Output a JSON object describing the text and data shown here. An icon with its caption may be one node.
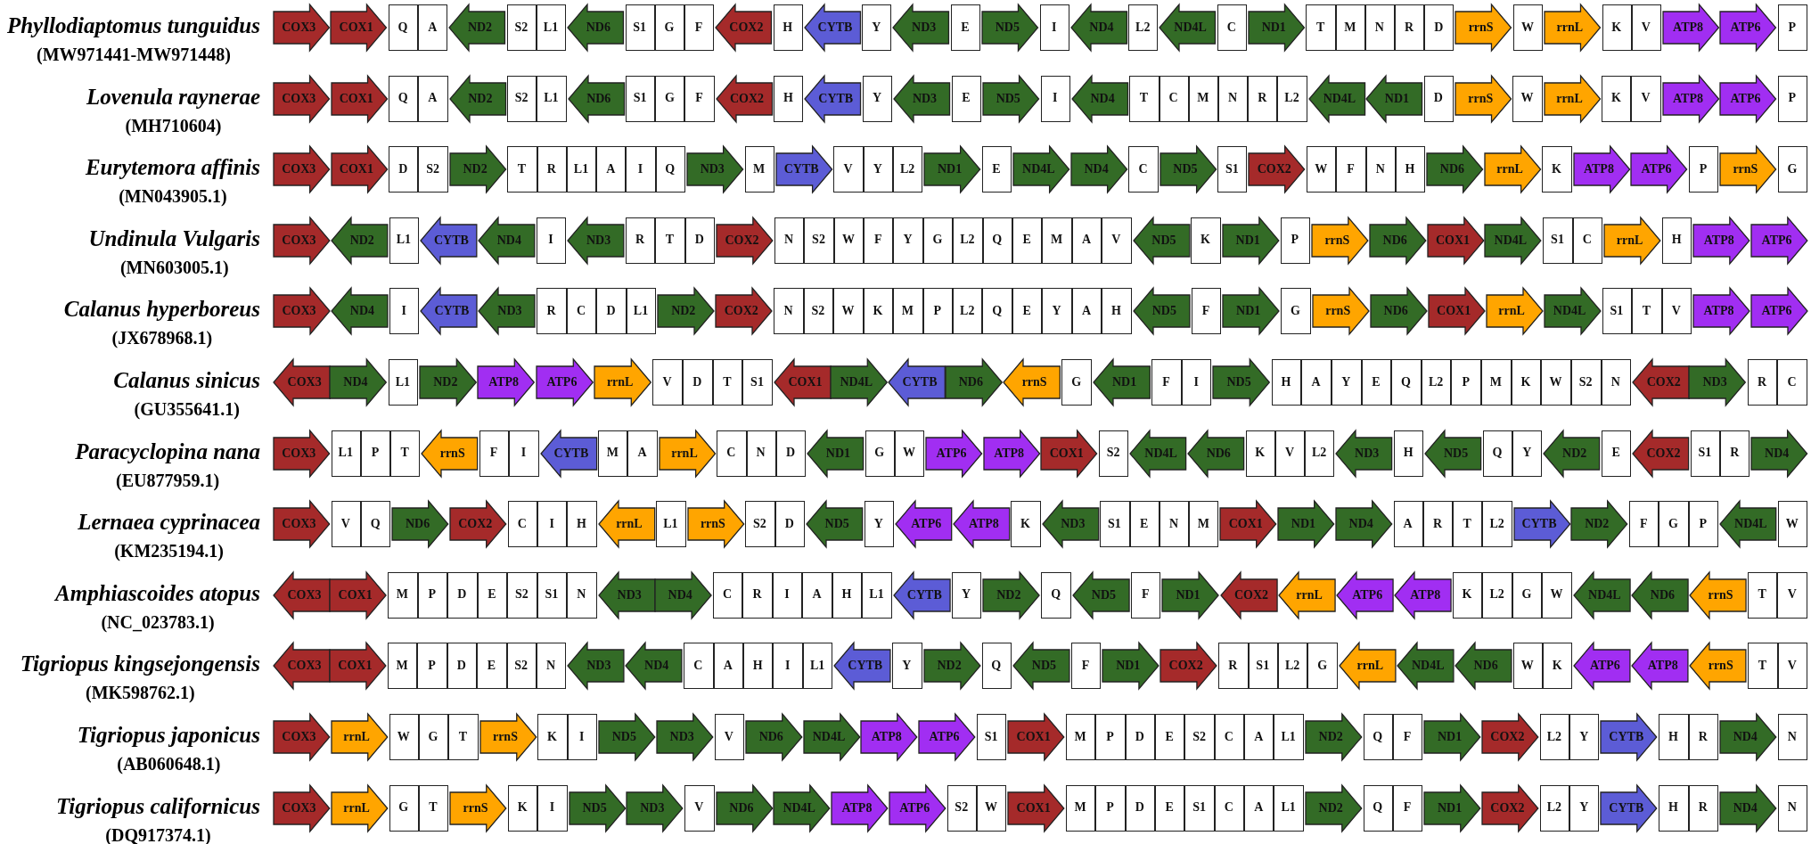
{
  "diagram": {
    "nodes": [
      {
        "text": [
          "COX3"
        ]
      },
      {
        "text": [
          "COX1"
        ]
      },
      {
        "text": [
          "Q"
        ]
      },
      {
        "text": [
          "A"
        ]
      },
      {
        "text": [
          "ND2"
        ]
      },
      {
        "text": [
          "S2"
        ]
      },
      {
        "text": [
          "L1"
        ]
      },
      {
        "text": [
          "ND6"
        ]
      },
      {
        "text": [
          "S1"
        ]
      },
      {
        "text": [
          "G"
        ]
      },
      {
        "text": [
          "F"
        ]
      },
      {
        "text": [
          "COX2"
        ]
      },
      {
        "text": [
          "H"
        ]
      },
      {
        "text": [
          "CYTB"
        ]
      },
      {
        "text": [
          "Y"
        ]
      },
      {
        "text": [
          "ND3"
        ]
      },
      {
        "text": [
          "E"
        ]
      },
      {
        "text": [
          "ND5"
        ]
      },
      {
        "text": [
          "I"
        ]
      },
      {
        "text": [
          "ND4"
        ]
      },
      {
        "text": [
          "L2"
        ]
      },
      {
        "text": [
          "ND4L"
        ]
      },
      {
        "text": [
          "C"
        ]
      },
      {
        "text": [
          "ND1"
        ]
      },
      {
        "text": [
          "T"
        ]
      },
      {
        "text": [
          "M"
        ]
      },
      {
        "text": [
          "N"
        ]
      },
      {
        "text": [
          "R"
        ]
      },
      {
        "text": [
          "D"
        ]
      },
      {
        "text": [
          "rrnS"
        ]
      },
      {
        "text": [
          "W"
        ]
      },
      {
        "text": [
          "rrnL"
        ]
      },
      {
        "text": [
          "K"
        ]
      },
      {
        "text": [
          "V"
        ]
      },
      {
        "text": [
          "ATP8"
        ]
      },
      {
        "text": [
          "ATP6"
        ]
      },
      {
        "text": [
          "P"
        ]
      },
      {
        "text": [
          "COX3"
        ]
      },
      {
        "text": [
          "COX1"
        ]
      },
      {
        "text": [
          "Q"
        ]
      },
      {
        "text": [
          "A"
        ]
      },
      {
        "text": [
          "ND2"
        ]
      },
      {
        "text": [
          "S2"
        ]
      },
      {
        "text": [
          "L1"
        ]
      },
      {
        "text": [
          "ND6"
        ]
      },
      {
        "text": [
          "S1"
        ]
      },
      {
        "text": [
          "G"
        ]
      },
      {
        "text": [
          "F"
        ]
      },
      {
        "text": [
          "COX2"
        ]
      },
      {
        "text": [
          "H"
        ]
      },
      {
        "text": [
          "CYTB"
        ]
      },
      {
        "text": [
          "Y"
        ]
      },
      {
        "text": [
          "ND3"
        ]
      },
      {
        "text": [
          "E"
        ]
      },
      {
        "text": [
          "ND5"
        ]
      },
      {
        "text": [
          "I"
        ]
      },
      {
        "text": [
          "ND4"
        ]
      },
      {
        "text": [
          "T"
        ]
      },
      {
        "text": [
          "C"
        ]
      },
      {
        "text": [
          "M"
        ]
      },
      {
        "text": [
          "N"
        ]
      },
      {
        "text": [
          "R"
        ]
      },
      {
        "text": [
          "L2"
        ]
      },
      {
        "text": [
          "ND4L"
        ]
      },
      {
        "text": [
          "ND1"
        ]
      },
      {
        "text": [
          "D"
        ]
      },
      {
        "text": [
          "rrnS"
        ]
      },
      {
        "text": [
          "W"
        ]
      },
      {
        "text": [
          "rrnL"
        ]
      },
      {
        "text": [
          "K"
        ]
      },
      {
        "text": [
          "V"
        ]
      },
      {
        "text": [
          "ATP8"
        ]
      },
      {
        "text": [
          "ATP6"
        ]
      },
      {
        "text": [
          "P"
        ]
      },
      {
        "text": [
          "COX3"
        ]
      },
      {
        "text": [
          "COX1"
        ]
      },
      {
        "text": [
          "D"
        ]
      },
      {
        "text": [
          "S2"
        ]
      },
      {
        "text": [
          "ND2"
        ]
      },
      {
        "text": [
          "T"
        ]
      },
      {
        "text": [
          "R"
        ]
      },
      {
        "text": [
          "L1"
        ]
      },
      {
        "text": [
          "A"
        ]
      },
      {
        "text": [
          "I"
        ]
      },
      {
        "text": [
          "Q"
        ]
      },
      {
        "text": [
          "ND3"
        ]
      },
      {
        "text": [
          "M"
        ]
      },
      {
        "text": [
          "CYTB"
        ]
      },
      {
        "text": [
          "V"
        ]
      },
      {
        "text": [
          "Y"
        ]
      },
      {
        "text": [
          "L2"
        ]
      },
      {
        "text": [
          "ND1"
        ]
      },
      {
        "text": [
          "E"
        ]
      },
      {
        "text": [
          "ND4L"
        ]
      },
      {
        "text": [
          "ND4"
        ]
      },
      {
        "text": [
          "C"
        ]
      },
      {
        "text": [
          "ND5"
        ]
      },
      {
        "text": [
          "S1"
        ]
      },
      {
        "text": [
          "COX2"
        ]
      },
      {
        "text": [
          "W"
        ]
      },
      {
        "text": [
          "F"
        ]
      },
      {
        "text": [
          "N"
        ]
      },
      {
        "text": [
          "H"
        ]
      },
      {
        "text": [
          "ND6"
        ]
      },
      {
        "text": [
          "rrnL"
        ]
      },
      {
        "text": [
          "K"
        ]
      },
      {
        "text": [
          "ATP8"
        ]
      },
      {
        "text": [
          "ATP6"
        ]
      },
      {
        "text": [
          "P"
        ]
      },
      {
        "text": [
          "rrnS"
        ]
      },
      {
        "text": [
          "G"
        ]
      },
      {
        "text": [
          "COX3"
        ]
      },
      {
        "text": [
          "ND2"
        ]
      },
      {
        "text": [
          "L1"
        ]
      },
      {
        "text": [
          "CYTB"
        ]
      },
      {
        "text": [
          "ND4"
        ]
      },
      {
        "text": [
          "I"
        ]
      },
      {
        "text": [
          "ND3"
        ]
      },
      {
        "text": [
          "R"
        ]
      },
      {
        "text": [
          "T"
        ]
      },
      {
        "text": [
          "D"
        ]
      },
      {
        "text": [
          "COX2"
        ]
      },
      {
        "text": [
          "N"
        ]
      },
      {
        "text": [
          "S2"
        ]
      },
      {
        "text": [
          "W"
        ]
      },
      {
        "text": [
          "F"
        ]
      },
      {
        "text": [
          "Y"
        ]
      },
      {
        "text": [
          "G"
        ]
      },
      {
        "text": [
          "L2"
        ]
      },
      {
        "text": [
          "Q"
        ]
      },
      {
        "text": [
          "E"
        ]
      },
      {
        "text": [
          "M"
        ]
      },
      {
        "text": [
          "A"
        ]
      },
      {
        "text": [
          "V"
        ]
      },
      {
        "text": [
          "ND5"
        ]
      },
      {
        "text": [
          "K"
        ]
      },
      {
        "text": [
          "ND1"
        ]
      },
      {
        "text": [
          "P"
        ]
      },
      {
        "text": [
          "rrnS"
        ]
      },
      {
        "text": [
          "ND6"
        ]
      },
      {
        "text": [
          "COX1"
        ]
      },
      {
        "text": [
          "ND4L"
        ]
      },
      {
        "text": [
          "S1"
        ]
      },
      {
        "text": [
          "C"
        ]
      },
      {
        "text": [
          "rrnL"
        ]
      },
      {
        "text": [
          "H"
        ]
      },
      {
        "text": [
          "ATP8"
        ]
      },
      {
        "text": [
          "ATP6"
        ]
      },
      {
        "text": [
          "COX3"
        ]
      },
      {
        "text": [
          "ND4"
        ]
      },
      {
        "text": [
          "I"
        ]
      },
      {
        "text": [
          "CYTB"
        ]
      },
      {
        "text": [
          "ND3"
        ]
      },
      {
        "text": [
          "R"
        ]
      },
      {
        "text": [
          "C"
        ]
      },
      {
        "text": [
          "D"
        ]
      },
      {
        "text": [
          "L1"
        ]
      },
      {
        "text": [
          "ND2"
        ]
      },
      {
        "text": [
          "COX2"
        ]
      },
      {
        "text": [
          "N"
        ]
      },
      {
        "text": [
          "S2"
        ]
      },
      {
        "text": [
          "W"
        ]
      },
      {
        "text": [
          "K"
        ]
      },
      {
        "text": [
          "M"
        ]
      },
      {
        "text": [
          "P"
        ]
      },
      {
        "text": [
          "L2"
        ]
      },
      {
        "text": [
          "Q"
        ]
      },
      {
        "text": [
          "E"
        ]
      },
      {
        "text": [
          "Y"
        ]
      },
      {
        "text": [
          "A"
        ]
      },
      {
        "text": [
          "H"
        ]
      },
      {
        "text": [
          "ND5"
        ]
      },
      {
        "text": [
          "F"
        ]
      },
      {
        "text": [
          "ND1"
        ]
      },
      {
        "text": [
          "G"
        ]
      },
      {
        "text": [
          "rrnS"
        ]
      },
      {
        "text": [
          "ND6"
        ]
      },
      {
        "text": [
          "COX1"
        ]
      },
      {
        "text": [
          "rrnL"
        ]
      },
      {
        "text": [
          "ND4L"
        ]
      },
      {
        "text": [
          "S1"
        ]
      },
      {
        "text": [
          "T"
        ]
      },
      {
        "text": [
          "V"
        ]
      },
      {
        "text": [
          "ATP8"
        ]
      },
      {
        "text": [
          "ATP6"
        ]
      },
      {
        "text": [
          "COX3"
        ]
      },
      {
        "text": [
          "ND4"
        ]
      },
      {
        "text": [
          "L1"
        ]
      },
      {
        "text": [
          "ND2"
        ]
      },
      {
        "text": [
          "ATP8"
        ]
      },
      {
        "text": [
          "ATP6"
        ]
      },
      {
        "text": [
          "rrnL"
        ]
      },
      {
        "text": [
          "V"
        ]
      },
      {
        "text": [
          "D"
        ]
      },
      {
        "text": [
          "T"
        ]
      },
      {
        "text": [
          "S1"
        ]
      },
      {
        "text": [
          "COX1"
        ]
      },
      {
        "text": [
          "ND4L"
        ]
      },
      {
        "text": [
          "CYTB"
        ]
      },
      {
        "text": [
          "ND6"
        ]
      },
      {
        "text": [
          "rrnS"
        ]
      },
      {
        "text": [
          "G"
        ]
      },
      {
        "text": [
          "ND1"
        ]
      },
      {
        "text": [
          "F"
        ]
      },
      {
        "text": [
          "I"
        ]
      },
      {
        "text": [
          "ND5"
        ]
      },
      {
        "text": [
          "H"
        ]
      },
      {
        "text": [
          "A"
        ]
      },
      {
        "text": [
          "Y"
        ]
      },
      {
        "text": [
          "E"
        ]
      },
      {
        "text": [
          "Q"
        ]
      },
      {
        "text": [
          "L2"
        ]
      },
      {
        "text": [
          "P"
        ]
      },
      {
        "text": [
          "M"
        ]
      },
      {
        "text": [
          "K"
        ]
      },
      {
        "text": [
          "W"
        ]
      },
      {
        "text": [
          "S2"
        ]
      },
      {
        "text": [
          "N"
        ]
      },
      {
        "text": [
          "COX2"
        ]
      },
      {
        "text": [
          "ND3"
        ]
      },
      {
        "text": [
          "R"
        ]
      },
      {
        "text": [
          "C"
        ]
      },
      {
        "text": [
          "COX3"
        ]
      },
      {
        "text": [
          "L1"
        ]
      },
      {
        "text": [
          "P"
        ]
      },
      {
        "text": [
          "T"
        ]
      },
      {
        "text": [
          "rrnS"
        ]
      },
      {
        "text": [
          "F"
        ]
      },
      {
        "text": [
          "I"
        ]
      },
      {
        "text": [
          "CYTB"
        ]
      },
      {
        "text": [
          "M"
        ]
      },
      {
        "text": [
          "A"
        ]
      },
      {
        "text": [
          "rrnL"
        ]
      },
      {
        "text": [
          "C"
        ]
      },
      {
        "text": [
          "N"
        ]
      },
      {
        "text": [
          "D"
        ]
      },
      {
        "text": [
          "ND1"
        ]
      },
      {
        "text": [
          "G"
        ]
      },
      {
        "text": [
          "W"
        ]
      },
      {
        "text": [
          "ATP6"
        ]
      },
      {
        "text": [
          "ATP8"
        ]
      },
      {
        "text": [
          "COX1"
        ]
      },
      {
        "text": [
          "S2"
        ]
      },
      {
        "text": [
          "ND4L"
        ]
      },
      {
        "text": [
          "ND6"
        ]
      },
      {
        "text": [
          "K"
        ]
      },
      {
        "text": [
          "V"
        ]
      },
      {
        "text": [
          "L2"
        ]
      },
      {
        "text": [
          "ND3"
        ]
      },
      {
        "text": [
          "H"
        ]
      },
      {
        "text": [
          "ND5"
        ]
      },
      {
        "text": [
          "Q"
        ]
      },
      {
        "text": [
          "Y"
        ]
      },
      {
        "text": [
          "ND2"
        ]
      },
      {
        "text": [
          "E"
        ]
      },
      {
        "text": [
          "COX2"
        ]
      },
      {
        "text": [
          "S1"
        ]
      },
      {
        "text": [
          "R"
        ]
      },
      {
        "text": [
          "ND4"
        ]
      },
      {
        "text": [
          "COX3"
        ]
      },
      {
        "text": [
          "V"
        ]
      },
      {
        "text": [
          "Q"
        ]
      },
      {
        "text": [
          "ND6"
        ]
      },
      {
        "text": [
          "COX2"
        ]
      },
      {
        "text": [
          "C"
        ]
      },
      {
        "text": [
          "I"
        ]
      },
      {
        "text": [
          "H"
        ]
      },
      {
        "text": [
          "rrnL"
        ]
      },
      {
        "text": [
          "L1"
        ]
      },
      {
        "text": [
          "rrnS"
        ]
      },
      {
        "text": [
          "S2"
        ]
      },
      {
        "text": [
          "D"
        ]
      },
      {
        "text": [
          "ND5"
        ]
      },
      {
        "text": [
          "Y"
        ]
      },
      {
        "text": [
          "ATP6"
        ]
      },
      {
        "text": [
          "ATP8"
        ]
      },
      {
        "text": [
          "K"
        ]
      },
      {
        "text": [
          "ND3"
        ]
      },
      {
        "text": [
          "S1"
        ]
      },
      {
        "text": [
          "E"
        ]
      },
      {
        "text": [
          "N"
        ]
      },
      {
        "text": [
          "M"
        ]
      },
      {
        "text": [
          "COX1"
        ]
      },
      {
        "text": [
          "ND1"
        ]
      },
      {
        "text": [
          "ND4"
        ]
      },
      {
        "text": [
          "A"
        ]
      },
      {
        "text": [
          "R"
        ]
      },
      {
        "text": [
          "T"
        ]
      },
      {
        "text": [
          "L2"
        ]
      },
      {
        "text": [
          "CYTB"
        ]
      },
      {
        "text": [
          "ND2"
        ]
      },
      {
        "text": [
          "F"
        ]
      },
      {
        "text": [
          "G"
        ]
      },
      {
        "text": [
          "P"
        ]
      },
      {
        "text": [
          "ND4L"
        ]
      },
      {
        "text": [
          "W"
        ]
      },
      {
        "text": [
          "COX3"
        ]
      },
      {
        "text": [
          "COX1"
        ]
      },
      {
        "text": [
          "M"
        ]
      },
      {
        "text": [
          "P"
        ]
      },
      {
        "text": [
          "D"
        ]
      },
      {
        "text": [
          "E"
        ]
      },
      {
        "text": [
          "S2"
        ]
      },
      {
        "text": [
          "S1"
        ]
      },
      {
        "text": [
          "N"
        ]
      },
      {
        "text": [
          "ND3"
        ]
      },
      {
        "text": [
          "ND4"
        ]
      },
      {
        "text": [
          "C"
        ]
      },
      {
        "text": [
          "R"
        ]
      },
      {
        "text": [
          "I"
        ]
      },
      {
        "text": [
          "A"
        ]
      },
      {
        "text": [
          "H"
        ]
      },
      {
        "text": [
          "L1"
        ]
      },
      {
        "text": [
          "CYTB"
        ]
      },
      {
        "text": [
          "Y"
        ]
      },
      {
        "text": [
          "ND2"
        ]
      },
      {
        "text": [
          "Q"
        ]
      },
      {
        "text": [
          "ND5"
        ]
      },
      {
        "text": [
          "F"
        ]
      },
      {
        "text": [
          "ND1"
        ]
      },
      {
        "text": [
          "COX2"
        ]
      },
      {
        "text": [
          "rrnL"
        ]
      },
      {
        "text": [
          "ATP6"
        ]
      },
      {
        "text": [
          "ATP8"
        ]
      },
      {
        "text": [
          "K"
        ]
      },
      {
        "text": [
          "L2"
        ]
      },
      {
        "text": [
          "G"
        ]
      },
      {
        "text": [
          "W"
        ]
      },
      {
        "text": [
          "ND4L"
        ]
      },
      {
        "text": [
          "ND6"
        ]
      },
      {
        "text": [
          "rrnS"
        ]
      },
      {
        "text": [
          "T"
        ]
      },
      {
        "text": [
          "V"
        ]
      },
      {
        "text": [
          "COX3"
        ]
      },
      {
        "text": [
          "COX1"
        ]
      },
      {
        "text": [
          "M"
        ]
      },
      {
        "text": [
          "P"
        ]
      },
      {
        "text": [
          "D"
        ]
      },
      {
        "text": [
          "E"
        ]
      },
      {
        "text": [
          "S2"
        ]
      },
      {
        "text": [
          "N"
        ]
      },
      {
        "text": [
          "ND3"
        ]
      },
      {
        "text": [
          "ND4"
        ]
      },
      {
        "text": [
          "C"
        ]
      },
      {
        "text": [
          "A"
        ]
      },
      {
        "text": [
          "H"
        ]
      },
      {
        "text": [
          "I"
        ]
      },
      {
        "text": [
          "L1"
        ]
      },
      {
        "text": [
          "CYTB"
        ]
      },
      {
        "text": [
          "Y"
        ]
      },
      {
        "text": [
          "ND2"
        ]
      },
      {
        "text": [
          "Q"
        ]
      },
      {
        "text": [
          "ND5"
        ]
      },
      {
        "text": [
          "F"
        ]
      },
      {
        "text": [
          "ND1"
        ]
      },
      {
        "text": [
          "COX2"
        ]
      },
      {
        "text": [
          "R"
        ]
      },
      {
        "text": [
          "S1"
        ]
      },
      {
        "text": [
          "L2"
        ]
      },
      {
        "text": [
          "G"
        ]
      },
      {
        "text": [
          "rrnL"
        ]
      },
      {
        "text": [
          "ND4L"
        ]
      },
      {
        "text": [
          "ND6"
        ]
      },
      {
        "text": [
          "W"
        ]
      },
      {
        "text": [
          "K"
        ]
      },
      {
        "text": [
          "ATP6"
        ]
      },
      {
        "text": [
          "ATP8"
        ]
      },
      {
        "text": [
          "rrnS"
        ]
      },
      {
        "text": [
          "T"
        ]
      },
      {
        "text": [
          "V"
        ]
      },
      {
        "text": [
          "COX3"
        ]
      },
      {
        "text": [
          "rrnL"
        ]
      },
      {
        "text": [
          "W"
        ]
      },
      {
        "text": [
          "G"
        ]
      },
      {
        "text": [
          "T"
        ]
      },
      {
        "text": [
          "rrnS"
        ]
      },
      {
        "text": [
          "K"
        ]
      },
      {
        "text": [
          "I"
        ]
      },
      {
        "text": [
          "ND5"
        ]
      },
      {
        "text": [
          "ND3"
        ]
      },
      {
        "text": [
          "V"
        ]
      },
      {
        "text": [
          "ND6"
        ]
      },
      {
        "text": [
          "ND4L"
        ]
      },
      {
        "text": [
          "ATP8"
        ]
      },
      {
        "text": [
          "ATP6"
        ]
      },
      {
        "text": [
          "S1"
        ]
      },
      {
        "text": [
          "COX1"
        ]
      },
      {
        "text": [
          "M"
        ]
      },
      {
        "text": [
          "P"
        ]
      },
      {
        "text": [
          "D"
        ]
      },
      {
        "text": [
          "E"
        ]
      },
      {
        "text": [
          "S2"
        ]
      },
      {
        "text": [
          "C"
        ]
      },
      {
        "text": [
          "A"
        ]
      },
      {
        "text": [
          "L1"
        ]
      },
      {
        "text": [
          "ND2"
        ]
      },
      {
        "text": [
          "Q"
        ]
      },
      {
        "text": [
          "F"
        ]
      },
      {
        "text": [
          "ND1"
        ]
      },
      {
        "text": [
          "COX2"
        ]
      },
      {
        "text": [
          "L2"
        ]
      },
      {
        "text": [
          "Y"
        ]
      },
      {
        "text": [
          "CYTB"
        ]
      },
      {
        "text": [
          "H"
        ]
      },
      {
        "text": [
          "R"
        ]
      },
      {
        "text": [
          "ND4"
        ]
      },
      {
        "text": [
          "N"
        ]
      },
      {
        "text": [
          "COX3"
        ]
      },
      {
        "text": [
          "rrnL"
        ]
      },
      {
        "text": [
          "G"
        ]
      },
      {
        "text": [
          "T"
        ]
      },
      {
        "text": [
          "rrnS"
        ]
      },
      {
        "text": [
          "K"
        ]
      },
      {
        "text": [
          "I"
        ]
      },
      {
        "text": [
          "ND5"
        ]
      },
      {
        "text": [
          "ND3"
        ]
      },
      {
        "text": [
          "V"
        ]
      },
      {
        "text": [
          "ND6"
        ]
      },
      {
        "text": [
          "ND4L"
        ]
      },
      {
        "text": [
          "ATP8"
        ]
      },
      {
        "text": [
          "ATP6"
        ]
      },
      {
        "text": [
          "S2"
        ]
      },
      {
        "text": [
          "W"
        ]
      },
      {
        "text": [
          "COX1"
        ]
      },
      {
        "text": [
          "M"
        ]
      },
      {
        "text": [
          "P"
        ]
      },
      {
        "text": [
          "D"
        ]
      },
      {
        "text": [
          "E"
        ]
      },
      {
        "text": [
          "S1"
        ]
      },
      {
        "text": [
          "C"
        ]
      },
      {
        "text": [
          "A"
        ]
      },
      {
        "text": [
          "L1"
        ]
      },
      {
        "text": [
          "ND2"
        ]
      },
      {
        "text": [
          "Q"
        ]
      },
      {
        "text": [
          "F"
        ]
      },
      {
        "text": [
          "ND1"
        ]
      },
      {
        "text": [
          "COX2"
        ]
      },
      {
        "text": [
          "L2"
        ]
      },
      {
        "text": [
          "Y"
        ]
      },
      {
        "text": [
          "CYTB"
        ]
      },
      {
        "text": [
          "H"
        ]
      },
      {
        "text": [
          "R"
        ]
      },
      {
        "text": [
          "ND4"
        ]
      },
      {
        "text": [
          "N"
        ]
      }
    ],
    "labels": [
      "Phyllodiaptomus tunguidus",
      "(MW971441-MW971448)",
      "Lovenula raynerae",
      "(MH710604)",
      "Eurytemora affinis",
      "(MN043905.1)",
      "Undinula Vulgaris",
      "(MN603005.1)",
      "Calanus hyperboreus",
      "(JX678968.1)",
      "Calanus sinicus",
      "(GU355641.1)",
      "Paracyclopina nana",
      "(EU877959.1)",
      "Lernaea cyprinacea",
      "(KM235194.1)",
      "Amphiascoides atopus",
      "(NC_023783.1)",
      "Tigriopus kingsejongensis",
      "(MK598762.1)",
      "Tigriopus japonicus",
      "(AB060648.1)",
      "Tigriopus californicus",
      "(DQ917374.1)"
    ]
  }
}
